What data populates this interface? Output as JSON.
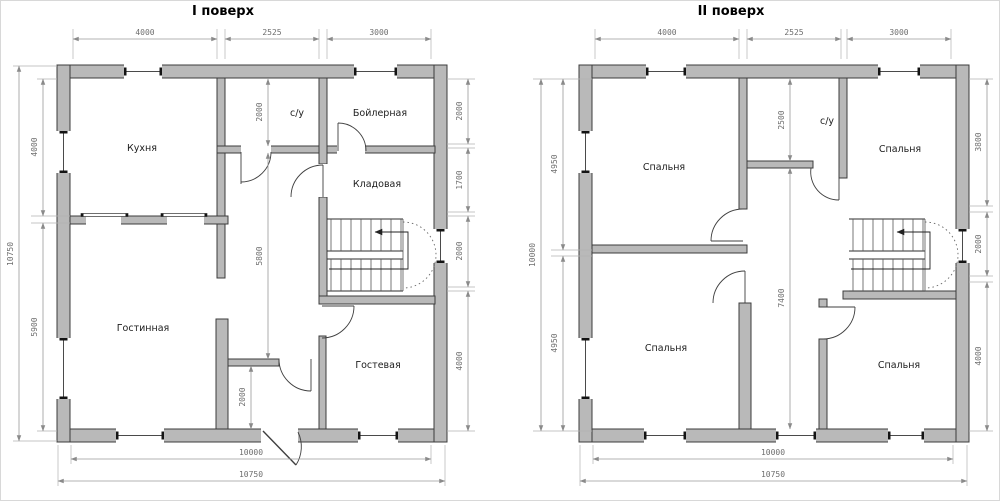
{
  "plans": [
    {
      "title": "I поверх",
      "rooms": {
        "kitchen": "Кухня",
        "wc": "с/у",
        "boiler": "Бойлерная",
        "pantry": "Кладовая",
        "living": "Гостинная",
        "guest": "Гостевая"
      },
      "dims": {
        "top": [
          "4000",
          "2525",
          "3000"
        ],
        "left_outer": "10750",
        "left_inner": [
          "4000",
          "5900"
        ],
        "right": [
          "2000",
          "1700",
          "2000",
          "4000"
        ],
        "inner": [
          "2000",
          "5800",
          "2000"
        ],
        "bottom": [
          "10000",
          "10750"
        ]
      }
    },
    {
      "title": "II поверх",
      "rooms": {
        "bedroom_tl": "Спальня",
        "wc": "с/у",
        "bedroom_tr": "Спальня",
        "bedroom_bl": "Спальня",
        "bedroom_br": "Спальня"
      },
      "dims": {
        "top": [
          "4000",
          "2525",
          "3000"
        ],
        "left_outer": "10000",
        "left_inner": [
          "4950",
          "4950"
        ],
        "right": [
          "3800",
          "2000",
          "4000"
        ],
        "inner": [
          "2500",
          "7400"
        ],
        "bottom": [
          "10000",
          "10750"
        ]
      }
    }
  ],
  "colors": {
    "wall_fill": "#b9b9b9",
    "wall_stroke": "#3c3c3c",
    "dim_line": "#9a9a9a",
    "dim_text": "#6e6e6e",
    "label_text": "#1c1c1c"
  }
}
